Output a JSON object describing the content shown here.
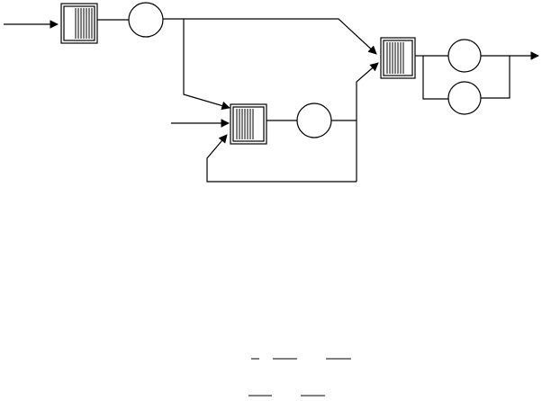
{
  "diagram": {
    "kind": "queueing-network",
    "queues": [
      "queue-1",
      "queue-2",
      "queue-3"
    ],
    "servers": [
      "server-1",
      "server-2",
      "server-3a",
      "server-3b"
    ],
    "line_color": "#000000",
    "background": "#ffffff"
  },
  "fragments": {
    "note": ""
  }
}
